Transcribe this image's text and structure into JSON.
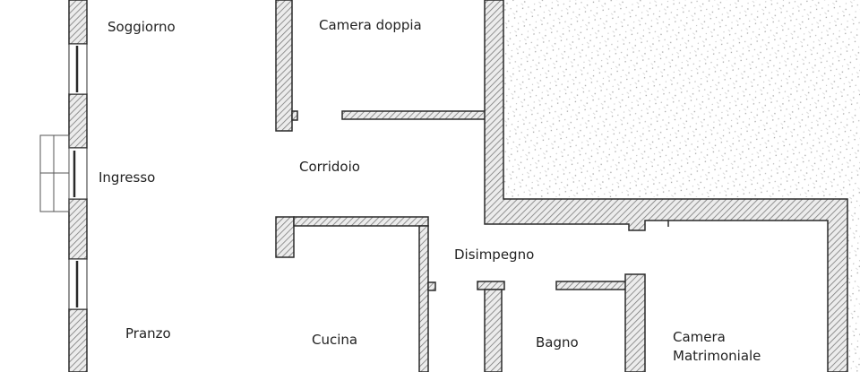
{
  "floor_plan": {
    "rooms": [
      {
        "id": "soggiorno",
        "label": "Soggiorno"
      },
      {
        "id": "ingresso",
        "label": "Ingresso"
      },
      {
        "id": "pranzo",
        "label": "Pranzo"
      },
      {
        "id": "camera_doppia",
        "label": "Camera doppia"
      },
      {
        "id": "corridoio",
        "label": "Corridoio"
      },
      {
        "id": "cucina",
        "label": "Cucina"
      },
      {
        "id": "disimpegno",
        "label": "Disimpegno"
      },
      {
        "id": "bagno",
        "label": "Bagno"
      },
      {
        "id": "camera_matrimoniale",
        "label": "Camera\nMatrimoniale"
      }
    ],
    "colors": {
      "wall_stroke": "#2a2a2a",
      "wall_hatch": "#8a8a8a",
      "wall_fill": "#e6e6e6",
      "exterior_speckle": "#b0b0b0",
      "background": "#ffffff",
      "text": "#222222"
    }
  }
}
